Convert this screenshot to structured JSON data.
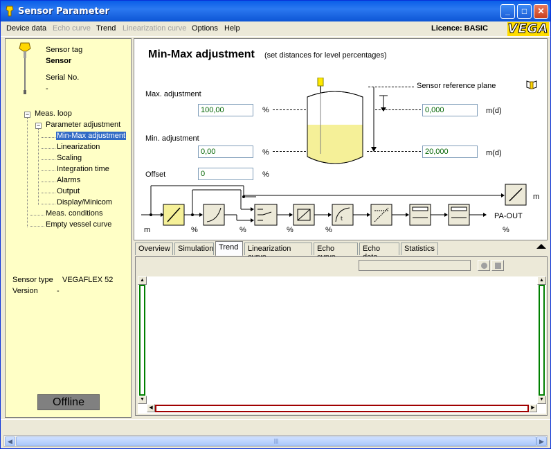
{
  "window": {
    "title": "Sensor Parameter",
    "buttons": {
      "minimize": "_",
      "maximize": "□",
      "close": "✕"
    }
  },
  "menu": [
    {
      "label": "Device data",
      "enabled": true
    },
    {
      "label": "Echo curve",
      "enabled": false
    },
    {
      "label": "Trend",
      "enabled": true
    },
    {
      "label": "Linearization curve",
      "enabled": false
    },
    {
      "label": "Options",
      "enabled": true
    },
    {
      "label": "Help",
      "enabled": true
    }
  ],
  "licence": "Licence: BASIC",
  "logo": "VEGA",
  "sensor": {
    "tag_label": "Sensor tag",
    "tag_value": "Sensor",
    "serial_label": "Serial No.",
    "serial_value": "-",
    "type_label": "Sensor type",
    "type_value": "VEGAFLEX 52",
    "version_label": "Version",
    "version_value": "-"
  },
  "tree": {
    "meas_loop": "Meas. loop",
    "parameter_adjustment": "Parameter adjustment",
    "items": [
      "Min-Max adjustment",
      "Linearization",
      "Scaling",
      "Integration time",
      "Alarms",
      "Output",
      "Display/Minicom"
    ],
    "meas_conditions": "Meas. conditions",
    "empty_vessel": "Empty vessel curve",
    "selected": "Min-Max adjustment"
  },
  "status": "Offline",
  "main": {
    "title": "Min-Max adjustment",
    "subtitle": "(set distances for level percentages)",
    "sensor_ref_plane": "Sensor reference plane",
    "max_label": "Max. adjustment",
    "max_value": "100,00",
    "max_unit": "%",
    "max_dist": "0,000",
    "max_dist_unit": "m(d)",
    "min_label": "Min. adjustment",
    "min_value": "0,00",
    "min_unit": "%",
    "min_dist": "20,000",
    "min_dist_unit": "m(d)",
    "offset_label": "Offset",
    "offset_value": "0",
    "offset_unit": "%",
    "chain": {
      "input_unit": "m",
      "unit_pct": "%",
      "output_label": "PA-OUT",
      "output_unit": "%",
      "top_unit": "m"
    }
  },
  "tabs": [
    "Overview",
    "Simulation",
    "Trend",
    "Linearization curve",
    "Echo curve",
    "Echo data",
    "Statistics"
  ],
  "active_tab": "Trend",
  "colors": {
    "panel_yellow": "#ffffc6",
    "liquid": "#f5f098",
    "selection": "#316ac5",
    "field_text": "#006400",
    "logo": "#ffdc00"
  }
}
